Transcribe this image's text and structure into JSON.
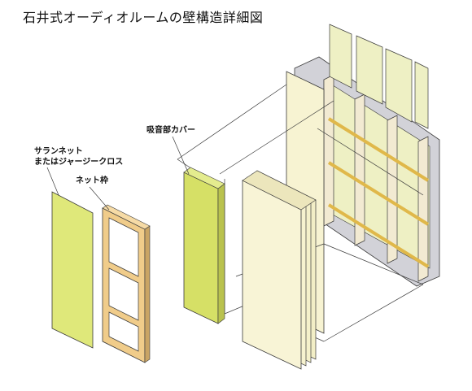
{
  "title": "石井式オーディオルームの壁構造詳細図",
  "labels": {
    "saran_line1": "サランネット",
    "saran_line2": "またはジャージークロス",
    "net_frame": "ネット枠",
    "absorber_cover": "吸音部カバー"
  },
  "colors": {
    "cloth": "#dfe87a",
    "wood": "#f0cc8a",
    "wood_dark": "#c9a464",
    "panel_light": "#f7f3d2",
    "glass_wool": "#eef0c4",
    "stud": "#f2ead2",
    "batten": "#e0b84a",
    "wall_gray": "#d2d2d8",
    "line": "#3a3a3a"
  }
}
